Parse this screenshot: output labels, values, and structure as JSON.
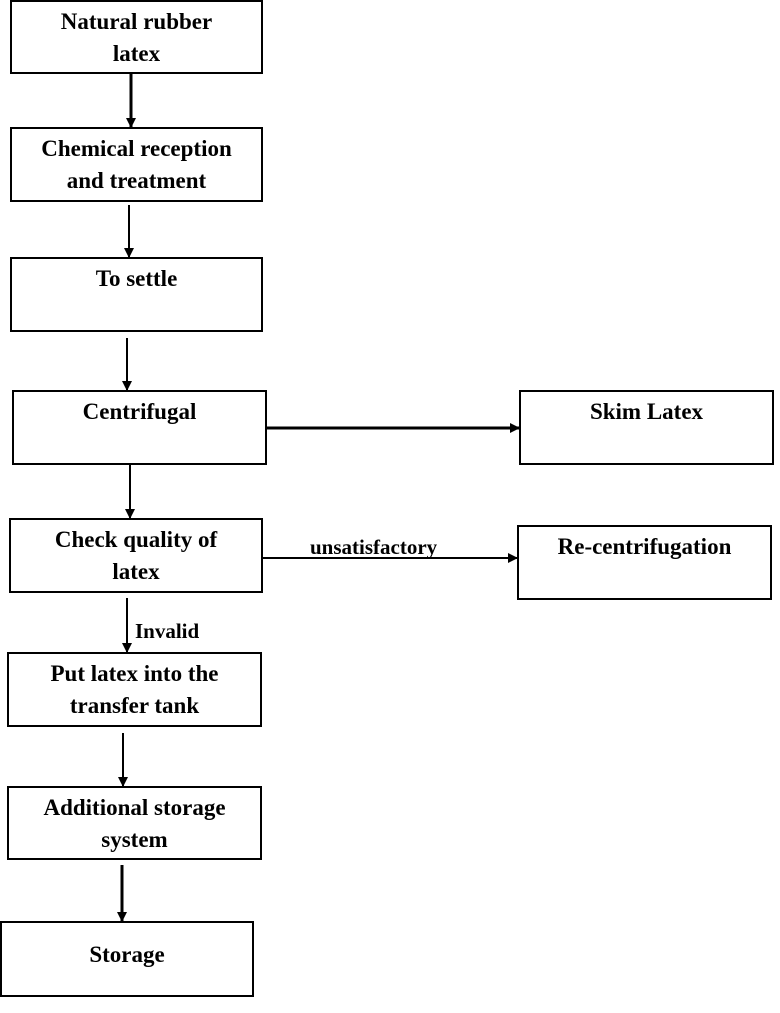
{
  "nodes": {
    "natural_rubber_latex": [
      "Natural rubber",
      "latex"
    ],
    "chemical_reception": [
      "Chemical reception",
      "and treatment"
    ],
    "to_settle": [
      "To settle"
    ],
    "centrifugal": [
      "Centrifugal"
    ],
    "skim_latex": [
      "Skim Latex"
    ],
    "check_quality": [
      "Check quality of",
      "latex"
    ],
    "re_centrifugation": [
      "Re-centrifugation"
    ],
    "put_latex": [
      "Put latex into the",
      "transfer tank"
    ],
    "additional_storage": [
      "Additional storage",
      "system"
    ],
    "storage": [
      "Storage"
    ]
  },
  "edge_labels": {
    "unsatisfactory": "unsatisfactory",
    "invalid": "Invalid"
  }
}
